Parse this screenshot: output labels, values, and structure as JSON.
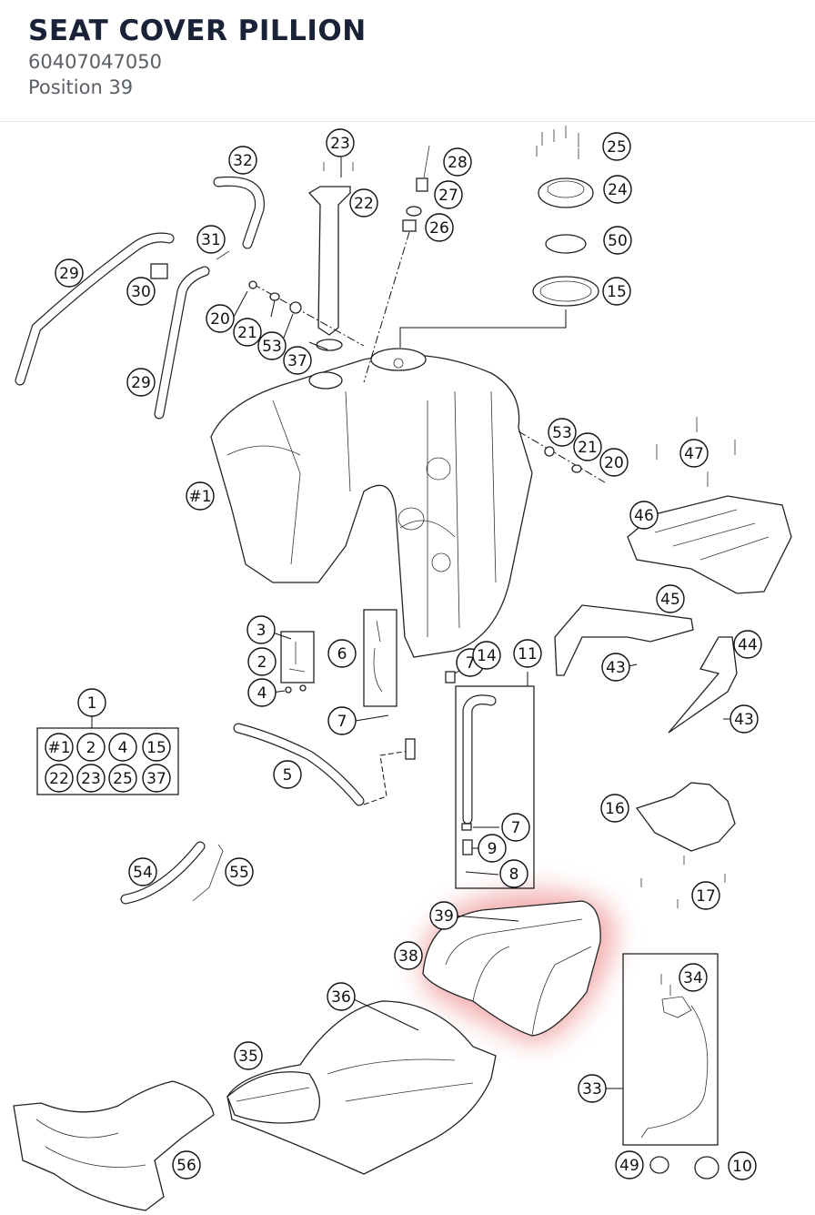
{
  "header": {
    "title": "SEAT COVER PILLION",
    "part_number": "60407047050",
    "position": "Position 39"
  },
  "diagram": {
    "highlight_color": "#f0a0a0",
    "callouts": [
      "1",
      "2",
      "3",
      "4",
      "5",
      "6",
      "7",
      "7",
      "7",
      "8",
      "9",
      "10",
      "11",
      "14",
      "15",
      "15",
      "16",
      "17",
      "20",
      "20",
      "21",
      "21",
      "22",
      "22",
      "23",
      "23",
      "24",
      "25",
      "25",
      "26",
      "27",
      "28",
      "29",
      "29",
      "30",
      "31",
      "32",
      "33",
      "34",
      "35",
      "36",
      "37",
      "37",
      "38",
      "39",
      "43",
      "43",
      "44",
      "45",
      "46",
      "47",
      "49",
      "50",
      "53",
      "53",
      "54",
      "55",
      "56",
      "#1",
      "#1",
      "2",
      "4"
    ],
    "kit_items": [
      "#1",
      "2",
      "4",
      "15",
      "22",
      "23",
      "25",
      "37"
    ]
  }
}
